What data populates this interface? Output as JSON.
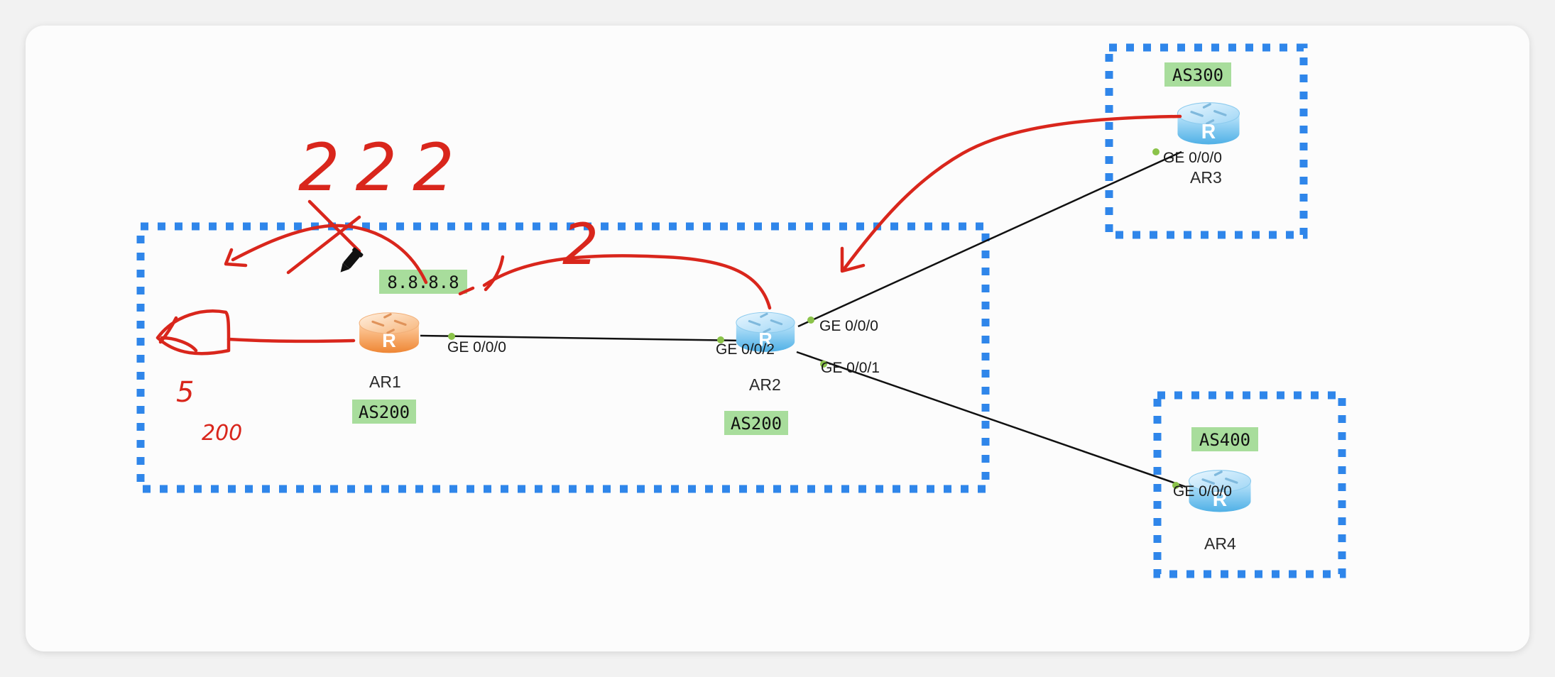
{
  "colors": {
    "zone_border": "#2f86ea",
    "tag_bg": "#a8dd9c",
    "link": "#111111",
    "port_dot": "#8bc34a",
    "router_blue": "#6cc4f0",
    "router_orange": "#f39a4c",
    "annotation": "#d9261c"
  },
  "zones": [
    {
      "id": "as200-zone"
    },
    {
      "id": "as300-zone"
    },
    {
      "id": "as400-zone"
    }
  ],
  "as_tags": {
    "ar1": "AS200",
    "ar2": "AS200",
    "ar3": "AS300",
    "ar4": "AS400"
  },
  "prefix_tag": "8.8.8.8",
  "routers": [
    {
      "id": "ar1",
      "label": "AR1",
      "color": "orange",
      "icon": "router-icon"
    },
    {
      "id": "ar2",
      "label": "AR2",
      "color": "blue",
      "icon": "router-icon"
    },
    {
      "id": "ar3",
      "label": "AR3",
      "color": "blue",
      "icon": "router-icon"
    },
    {
      "id": "ar4",
      "label": "AR4",
      "color": "blue",
      "icon": "router-icon"
    }
  ],
  "ports": {
    "ar1_ge000": "GE 0/0/0",
    "ar2_ge002": "GE 0/0/2",
    "ar2_ge000": "GE 0/0/0",
    "ar2_ge001": "GE 0/0/1",
    "ar3_ge000": "GE 0/0/0",
    "ar4_ge000": "GE 0/0/0"
  },
  "annotations": {
    "note_top": "222",
    "note_mid": "2",
    "note_left_num": "5",
    "note_left_as": "200"
  },
  "cursor_icon": "pen-cursor-icon"
}
